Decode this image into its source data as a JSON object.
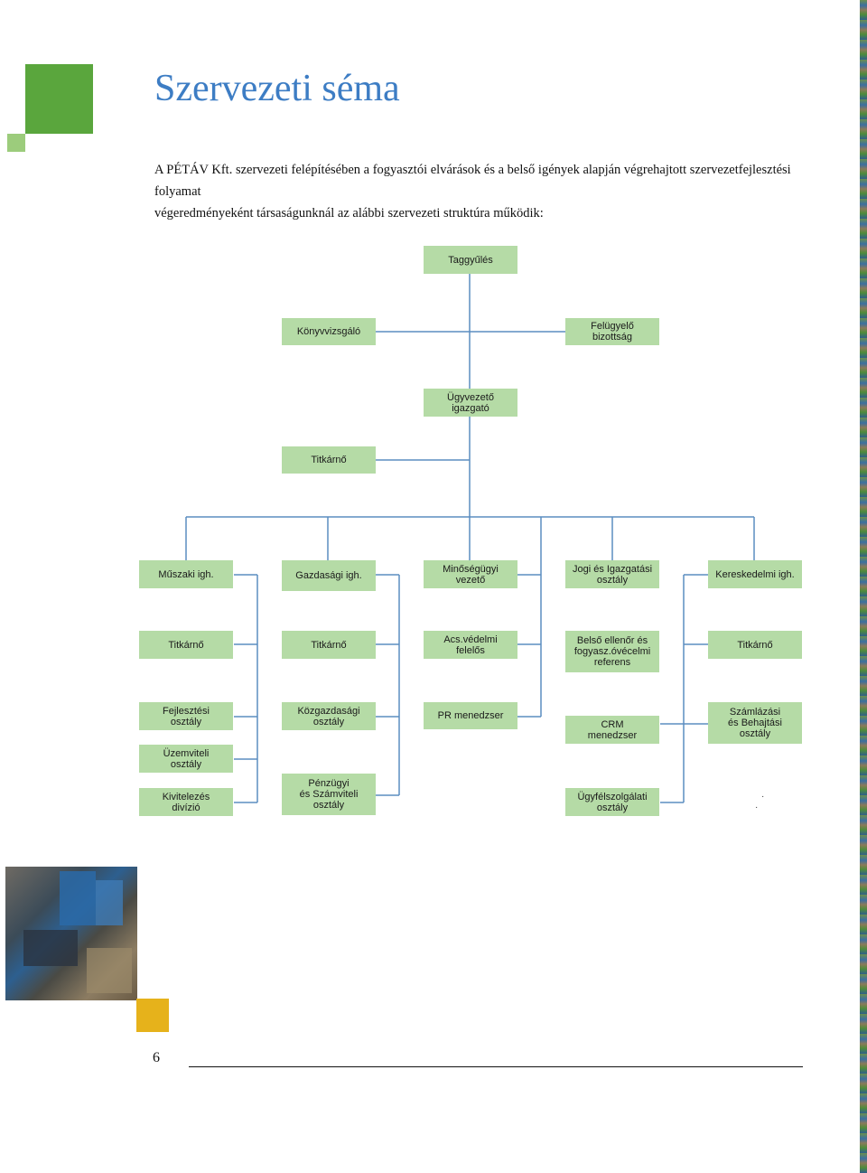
{
  "page": {
    "title": "Szervezeti séma",
    "intro_line1": "A PÉTÁV Kft. szervezeti felépítésében a fogyasztói elvárások és a belső igények alapján végrehajtott szervezetfejlesztési folyamat",
    "intro_line2": "végeredményeként társaságunknál az alábbi szervezeti struktúra működik:",
    "page_number": "6"
  },
  "colors": {
    "title_blue": "#3d7dc4",
    "green_square": "#5aa63d",
    "light_green_square": "#9ccc7c",
    "box_fill": "#b5dba6",
    "connector": "#5b8dc0",
    "yellow_square": "#e6b21b"
  },
  "org": {
    "taggyules": [
      "Taggyűlés"
    ],
    "konyvvizsgalo": [
      "Könyvvizsgáló"
    ],
    "felugyelo": [
      "Felügyelő",
      "bizottság"
    ],
    "ugyvezeto": [
      "Ügyvezető",
      "igazgató"
    ],
    "titkarno_top": [
      "Titkárnő"
    ],
    "muszaki": [
      "Műszaki igh."
    ],
    "gazdasagi": [
      "Gazdasági igh."
    ],
    "minosegugyi": [
      "Minőségügyi",
      "vezető"
    ],
    "jogi": [
      "Jogi és Igazgatási",
      "osztály"
    ],
    "kereskedelmi": [
      "Kereskedelmi igh."
    ],
    "tit1": [
      "Titkárnő"
    ],
    "tit2": [
      "Titkárnő"
    ],
    "acs": [
      "Acs.védelmi",
      "felelős"
    ],
    "belso": [
      "Belső ellenőr és",
      "fogyasz.óvécelmi",
      "referens"
    ],
    "tit3": [
      "Titkárnő"
    ],
    "fejlesztesi": [
      "Fejlesztési",
      "osztály"
    ],
    "kozgazdasagi": [
      "Közgazdasági",
      "osztály"
    ],
    "pr": [
      "PR menedzser"
    ],
    "crm": [
      "CRM",
      "menedzser"
    ],
    "szamlazasi": [
      "Számlázási",
      "és Behajtási",
      "osztály"
    ],
    "uzemviteli": [
      "Üzemviteli",
      "osztály"
    ],
    "penzugyi": [
      "Pénzügyi",
      "és Számviteli",
      "osztály"
    ],
    "kivitelezes": [
      "Kivitelezés",
      "divízió"
    ],
    "ugyfelszolgalati": [
      "Ügyfélszolgálati",
      "osztály"
    ]
  }
}
